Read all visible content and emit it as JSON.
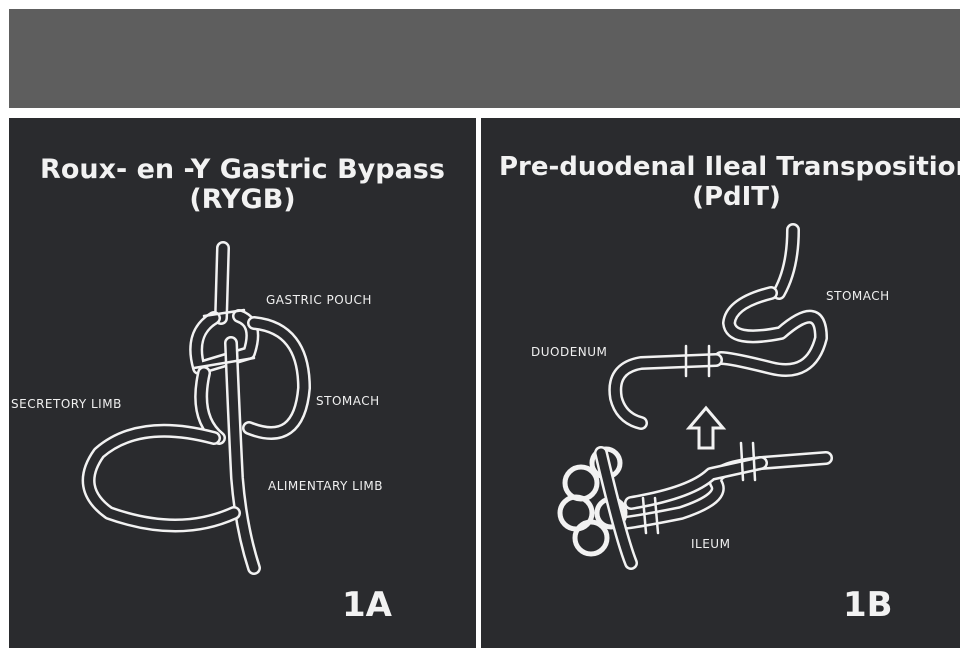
{
  "panels": [
    {
      "title_line1": "Roux- en -Y Gastric Bypass",
      "title_line2": "(RYGB)",
      "letter": "1A",
      "labels": {
        "gastric_pouch": "GASTRIC POUCH",
        "secretory_limb": "SECRETORY LIMB",
        "stomach": "STOMACH",
        "alimentary_limb": "ALIMENTARY LIMB"
      }
    },
    {
      "title_line1": "Pre-duodenal Ileal Transposition",
      "title_line2": "(PdIT)",
      "letter": "1B",
      "labels": {
        "stomach": "STOMACH",
        "duodenum": "DUODENUM",
        "ileum": "ILEUM"
      }
    }
  ]
}
